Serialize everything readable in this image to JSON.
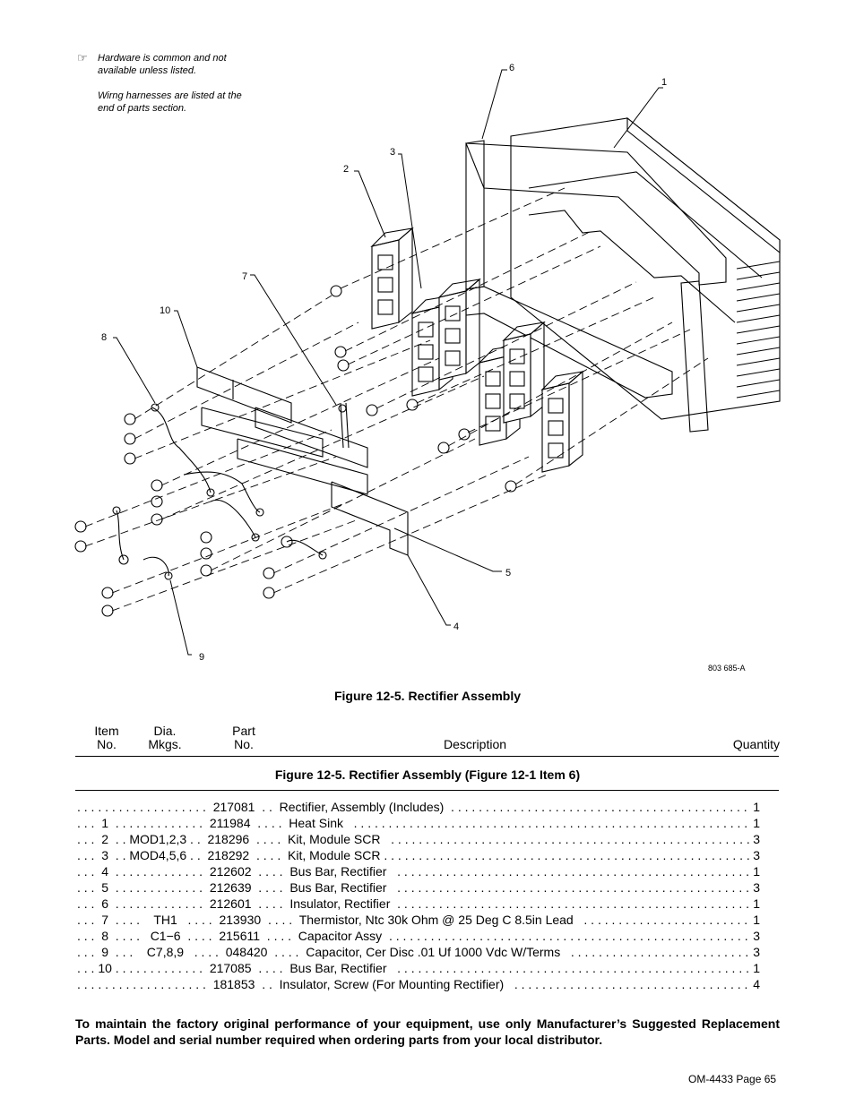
{
  "note": {
    "icon": "pointing-hand-icon",
    "line1": "Hardware is common and not available unless listed.",
    "line2": "Wirng harnesses are listed at the end of parts section."
  },
  "diagram": {
    "callouts": [
      "1",
      "2",
      "3",
      "4",
      "5",
      "6",
      "7",
      "8",
      "9",
      "10"
    ],
    "drawing_number": "803 685-A"
  },
  "figure_title": "Figure 12-5. Rectifier Assembly",
  "table": {
    "headers": {
      "item": "Item\nNo.",
      "dia": "Dia.\nMkgs.",
      "part": "Part\nNo.",
      "description": "Description",
      "quantity": "Quantity"
    },
    "subtitle": "Figure 12-5. Rectifier Assembly (Figure 12-1 Item 6)",
    "rows": [
      {
        "lead": ". . . . . . . . . . . . . . . . . . .  217081  . .  Rectifier, Assembly (Includes)  . . . . . . . . . . . . . . . . . . . . . . . . . . . . . . . . . . . . . . . . . . . . . . . . . . . . . . . . . . . . . . .",
        "qty": "1"
      },
      {
        "lead": ". . .  1  . . . . . . . . . . . . .  211984  . . . .  Heat Sink   . . . . . . . . . . . . . . . . . . . . . . . . . . . . . . . . . . . . . . . . . . . . . . . . . . . . . . . . . . . . . . . . . . . . . . . . . . . . . . . .",
        "qty": "1"
      },
      {
        "lead": ". . .  2  . . MOD1,2,3 . .  218296  . . . .  Kit, Module SCR   . . . . . . . . . . . . . . . . . . . . . . . . . . . . . . . . . . . . . . . . . . . . . . . . . . . . . . . . . . . . . . . . . . . . . . . . . . . . . .",
        "qty": "3"
      },
      {
        "lead": ". . .  3  . . MOD4,5,6 . .  218292  . . . .  Kit, Module SCR . . . . . . . . . . . . . . . . . . . . . . . . . . . . . . . . . . . . . . . . . . . . . . . . . . . . . . . . . . . . . . . . . . . . . . . . . . . . . . . . .",
        "qty": "3"
      },
      {
        "lead": ". . .  4  . . . . . . . . . . . . .  212602  . . . .  Bus Bar, Rectifier   . . . . . . . . . . . . . . . . . . . . . . . . . . . . . . . . . . . . . . . . . . . . . . . . . . . . . . . . . . . . . . . . . . . . . . . . . .",
        "qty": "1"
      },
      {
        "lead": ". . .  5  . . . . . . . . . . . . .  212639  . . . .  Bus Bar, Rectifier   . . . . . . . . . . . . . . . . . . . . . . . . . . . . . . . . . . . . . . . . . . . . . . . . . . . . . . . . . . . . . . . . . . . . . . . . . .",
        "qty": "3"
      },
      {
        "lead": ". . .  6  . . . . . . . . . . . . .  212601  . . . .  Insulator, Rectifier  . . . . . . . . . . . . . . . . . . . . . . . . . . . . . . . . . . . . . . . . . . . . . . . . . . . . . . . . . . . . . . . . . . . . . . . . . . .",
        "qty": "1"
      },
      {
        "lead": ". . .  7  . . . .    TH1   . . . .  213930  . . . .  Thermistor, Ntc 30k Ohm @ 25 Deg C 8.5in Lead   . . . . . . . . . . . . . . . . . . . . . . . . . . . . . . . . . . . . . . . . . . . . . .",
        "qty": "1"
      },
      {
        "lead": ". . .  8  . . . .   C1−6  . . . .  215611  . . . .  Capacitor Assy  . . . . . . . . . . . . . . . . . . . . . . . . . . . . . . . . . . . . . . . . . . . . . . . . . . . . . . . . . . . . . . . . . . . . . . . . . . . . . .",
        "qty": "3"
      },
      {
        "lead": ". . .  9  . . .    C7,8,9   . . . .  048420  . . . .  Capacitor, Cer Disc .01 Uf 1000 Vdc W/Terms   . . . . . . . . . . . . . . . . . . . . . . . . . . . . . . . . . . . . . . . . . . . . . .",
        "qty": "3"
      },
      {
        "lead": ". . . 10 . . . . . . . . . . . . .  217085  . . . .  Bus Bar, Rectifier   . . . . . . . . . . . . . . . . . . . . . . . . . . . . . . . . . . . . . . . . . . . . . . . . . . . . . . . . . . . . . . . . . . . . . . . . .",
        "qty": "1"
      },
      {
        "lead": ". . . . . . . . . . . . . . . . . . .  181853  . .  Insulator, Screw (For Mounting Rectifier)   . . . . . . . . . . . . . . . . . . . . . . . . . . . . . . . . . . . . . . . . . . . . . . . . . . . .",
        "qty": "4"
      }
    ]
  },
  "footer_note": "To maintain the factory original performance of your equipment, use only Manufacturer’s Suggested Replacement Parts. Model and serial number required when ordering parts from your local distributor.",
  "page_number": "OM-4433 Page 65"
}
